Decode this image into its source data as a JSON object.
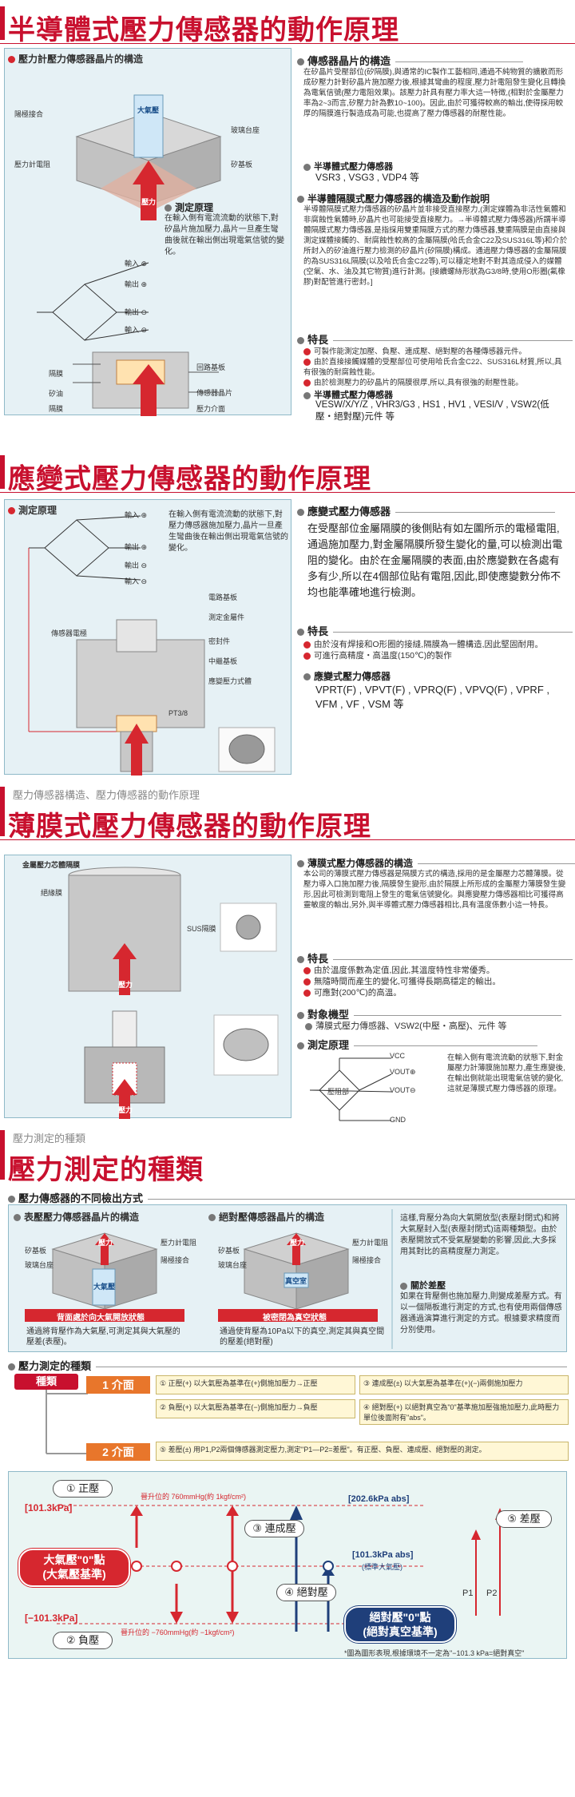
{
  "s1": {
    "title": "半導體式壓力傳感器的動作原理",
    "panel_label": "壓力計壓力傳感器晶片的構造",
    "diagram_labels": {
      "strain_gauge": "壓力計電阻",
      "glass_base": "玻璃台座",
      "silicon_base": "矽基板",
      "vacuum": "大氣壓",
      "bond": "陽極接合",
      "pressure": "壓力",
      "principle": "測定原理",
      "input_plus": "輸入",
      "output_plus": "輸出",
      "output_minus": "輸出",
      "input_minus": "輸入",
      "diaphragm": "隔膜",
      "silicon_oil": "矽油",
      "circuit_board": "回路基板",
      "sensor_chip": "傳感器晶片",
      "pressure_medium": "壓力介面",
      "diaphragm2": "隔膜"
    },
    "principle_text": "在輸入側有電流流動的狀態下,對矽晶片施加壓力,晶片一旦產生彎曲後就在輸出側出現電氣信號的變化。",
    "chip_head": "傳感器晶片的構造",
    "chip_text": "在矽晶片受壓部位(矽隔膜),與通常的IC製作工藝相同,通過不純物質的擴散而形成矽壓力計對矽晶片施加壓力後,根據其彎曲的程度,壓力計電阻發生變化且轉換為電氣信號(壓力電阻效果)。該壓力計具有壓力率大這一特徵,(相對於金屬壓力率為2~3而言,矽壓力計為數10~100)。因此,由於可獲得較高的輸出,使得採用較厚的隔膜進行製造成為可能,也提高了壓力傳感器的耐壓性能。",
    "semi_head": "半導體式壓力傳感器",
    "semi_models": "VSR3 , VSG3 , VDP4 等",
    "semi2_head": "半導體隔膜式壓力傳感器的構造及動作說明",
    "semi2_text": "半導體隔膜式壓力傳感器的矽晶片並非接受直接壓力,(測定媒體為非活性氣體和非腐蝕性氣體時,矽晶片也可能接受直接壓力。→半導體式壓力傳感器)所謂半導體隔膜式壓力傳感器,是指採用雙重隔膜方式的壓力傳感器,雙重隔膜是由直接與測定媒體接觸的、耐腐蝕性較高的金屬隔膜(哈氏合金C22及SUS316L等)和介於所封入的矽油進行壓力檢測的矽晶片(矽隔膜)構成。通過壓力傳感器的金屬隔膜的為SUS316L隔膜(以及哈氏合金C22等),可以穩定地對不對其造成侵入的媒體(空氣、水、油及其它物質)進行計測。[接續螺絲形狀為G3/8時,使用O形圈(氟橡膠)對配管進行密封。]",
    "feat_head": "特長",
    "feats": [
      "可製作能測定加壓、負壓、連成壓、絕對壓的各種傳感器元件。",
      "由於直接接觸媒體的受壓部位可使用哈氏合金C22、SUS316L材質,所以,具有很強的耐腐蝕性能。",
      "由於檢測壓力的矽晶片的隔膜很厚,所以,具有很強的耐壓性能。"
    ],
    "semi3_head": "半導體式壓力傳感器",
    "semi3_models": "VESW/X/Y/Z , VHR3/G3 , HS1 , HV1 , VESI/V , VSW2(低壓・絕對壓)元件 等"
  },
  "s2": {
    "title": "應變式壓力傳感器的動作原理",
    "panel_label": "測定原理",
    "principle_text": "在輸入側有電流流動的狀態下,對壓力傳感器施加壓力,晶片一旦產生彎曲後在輸出側出現電氣信號的變化。",
    "labels": {
      "input_plus": "輸入",
      "output_plus": "輸出",
      "output_minus": "輸出",
      "input_minus": "輸入",
      "sensor_chip": "傳感器電極",
      "circuit": "電路基板",
      "measure_element": "測定金屬件",
      "seal": "密封件",
      "middle": "中繼基板",
      "strain_body": "應變壓力式體",
      "thread": "PT3/8"
    },
    "strain_head": "應變式壓力傳感器",
    "strain_text": "在受壓部位金屬隔膜的後側貼有如左圖所示的電極電阻,通過施加壓力,對金屬隔膜所發生變化的量,可以檢測出電阻的變化。由於在金屬隔膜的表面,由於應變數在各處有多有少,所以在4個部位貼有電阻,因此,即使應變數分佈不均也能準確地進行檢測。",
    "feat_head": "特長",
    "feats": [
      "由於沒有焊接和O形圈的接縫,隔膜為一體構造,因此堅固耐用。",
      "可進行高精度・高溫度(150℃)的製作"
    ],
    "models_head": "應變式壓力傳感器",
    "models": "VPRT(F) , VPVT(F) , VPRQ(F) , VPVQ(F) , VPRF , VFM , VF , VSM 等"
  },
  "s3": {
    "subhead": "壓力傳感器構造、壓力傳感器的動作原理",
    "title": "薄膜式壓力傳感器的動作原理",
    "labels": {
      "film_core": "金屬壓力芯體隔膜",
      "film": "絕緣膜",
      "sus": "SUS隔膜",
      "pressure1": "壓力",
      "pressure2": "壓力"
    },
    "film_head": "薄膜式壓力傳感器的構造",
    "film_text": "本公司的薄膜式壓力傳感器是隔膜方式的構造,採用的是金屬壓力芯體薄膜。從壓力導入口施加壓力後,隔膜發生變形,由於隔膜上所形成的金屬壓力薄膜發生變形,因此可檢測到電阻上發生的電氣信號變化。與應變壓力傳感器相比可獲得高靈敏度的輸出,另外,與半導體式壓力傳感器相比,具有溫度係數小這一特長。",
    "feat_head": "特長",
    "feats": [
      "由於溫度係數為定值,因此,其溫度特性非常優秀。",
      "無隨時間而產生的變化,可獲得長期高穩定的輸出。",
      "可應對(200℃)的高溫。"
    ],
    "target_head": "對象機型",
    "target": "薄膜式壓力傳感器、VSW2(中壓・高壓)、元件 等",
    "principle_head": "測定原理",
    "principle_labels": {
      "vcc": "VCC",
      "vout_plus": "VOUT",
      "vout_minus": "VOUT",
      "gnd": "GND",
      "chip": "壓阻部"
    },
    "principle_text": "在輸入側有電流流動的狀態下,對金屬壓力計薄膜施加壓力,產生應變後,在輸出側就能出現電氣信號的變化,這就是薄膜式壓力傳感器的原理。"
  },
  "s4": {
    "subhead": "壓力測定的種類",
    "title": "壓力測定的種類",
    "detect_head": "壓力傳感器的不同檢出方式",
    "gauge_head": "表壓壓力傳感器晶片的構造",
    "gauge_labels": {
      "silicon": "矽基板",
      "glass": "玻璃台座",
      "gauge": "壓力計電阻",
      "bond": "陽極接合",
      "atm": "大氣壓",
      "pressure": "壓力"
    },
    "gauge_caption": "背面處於向大氣開放狀態",
    "gauge_text": "通過將背壓作為大氣壓,可測定其與大氣壓的壓差(表壓)。",
    "abs_head": "絕對壓傳感器晶片的構造",
    "abs_labels": {
      "gauge": "壓力計電阻",
      "silicon": "矽基板",
      "glass": "玻璃台座",
      "bond": "陽極接合",
      "vacuum": "真空室",
      "pressure": "壓力"
    },
    "abs_caption": "被密閉為真空狀態",
    "abs_text": "通過使背壓為10Pa以下的真空,測定其與真空間的壓差(絕對壓)",
    "abs_side_text": "這樣,背壓分為向大氣開放型(表壓封閉式)和將大氣壓封入型(表壓封閉式)這兩種類型。由於表壓開放式不受氣壓變動的影響,因此,大多採用其對比的高精度壓力測定。",
    "diff_head": "關於差壓",
    "diff_text": "如果在背壓側也施加壓力,則變成差壓方式。有以一個隔板進行測定的方式,也有使用兩個傳感器通過演算進行測定的方式。根據要求精度而分別使用。",
    "types_head": "壓力測定的種類",
    "types_btn": "種類",
    "one": "1 介面",
    "two": "2 介面",
    "cells": [
      "① 正壓(+)  以大氣壓為基準在(+)側施加壓力→正壓",
      "③ 連成壓(±)  以大氣壓為基準在(+)(−)兩側施加壓力",
      "② 負壓(+)  以大氣壓為基準在(−)側施加壓力→負壓",
      "④ 絕對壓(+)  以絕對真空為\"0\"基準施加壓強施加壓力,此時壓力單位後面附有\"abs\"。",
      "⑤ 差壓(±)  用P1,P2兩個傳感器測定壓力,測定\"P1—P2=差壓\"。有正壓、負壓、連成壓、絕對壓的測定。"
    ],
    "graph": {
      "positive": "① 正壓",
      "negative": "② 負壓",
      "compound": "③ 連成壓",
      "absolute": "④ 絕對壓",
      "diff": "⑤ 差壓",
      "kpa_plus": "[101.3kPa]",
      "kpa_minus": "[−101.3kPa]",
      "kpa_202": "[202.6kPa abs]",
      "kpa_101abs": "[101.3kPa abs]",
      "kpa_101sub": "(標準大氣壓)",
      "atm_760": "晉升位的 760mmHg(約 1kgf/cm²)",
      "atm_m760": "晉升位的 −760mmHg(約 −1kgf/cm²)",
      "atm_zero_l1": "大氣壓\"0\"點",
      "atm_zero_l2": "(大氣壓基準)",
      "abs_zero_l1": "絕對壓\"0\"點",
      "abs_zero_l2": "(絕對真空基準)",
      "p1": "P1",
      "p2": "P2",
      "note": "*圖為圖形表現,根據環境不一定為\"−101.3 kPa=絕對真空\""
    }
  }
}
